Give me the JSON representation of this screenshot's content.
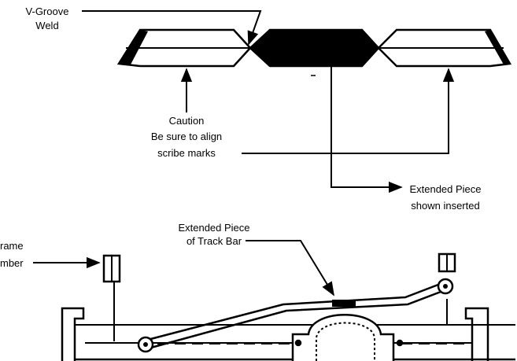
{
  "labels": {
    "v_groove": [
      "V-Groove",
      "Weld"
    ],
    "caution": [
      "Caution",
      "Be sure to align",
      "scribe marks"
    ],
    "extended_inserted": [
      "Extended Piece",
      "shown inserted"
    ],
    "extended_track_bar": [
      "Extended Piece",
      "of Track Bar"
    ],
    "frame_member": [
      "rame",
      "mber"
    ]
  }
}
